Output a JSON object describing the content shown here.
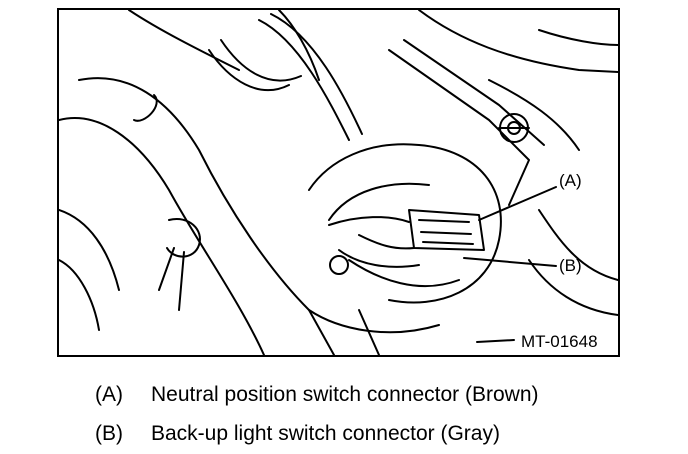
{
  "figure": {
    "id": "MT-01648",
    "callouts": [
      {
        "key": "a",
        "text": "(A)"
      },
      {
        "key": "b",
        "text": "(B)"
      }
    ]
  },
  "legend": [
    {
      "key": "(A)",
      "text": "Neutral position switch connector (Brown)"
    },
    {
      "key": "(B)",
      "text": "Back-up light switch connector (Gray)"
    }
  ]
}
